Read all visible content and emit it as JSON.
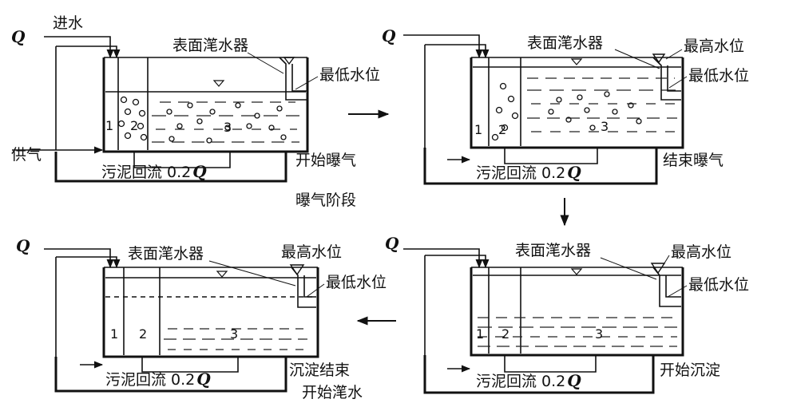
{
  "labels": {
    "inflow": "进水",
    "q": "Q",
    "decanter": "表面滗水器",
    "max_level": "最高水位",
    "min_level": "最低水位",
    "air_supply": "供气",
    "sludge_return": "污泥回流 0.2",
    "zone1": "1",
    "zone2": "2",
    "zone3": "3",
    "start_aeration": "开始曝气",
    "end_aeration": "结束曝气",
    "aeration_stage": "曝气阶段",
    "end_settling": "沉淀结束",
    "start_decanting": "开始滗水",
    "start_settling": "开始沉淀"
  },
  "colors": {
    "line": "#111111",
    "background": "#ffffff"
  },
  "flow_arrows": [
    "right-arrow",
    "down-arrow",
    "left-arrow"
  ]
}
